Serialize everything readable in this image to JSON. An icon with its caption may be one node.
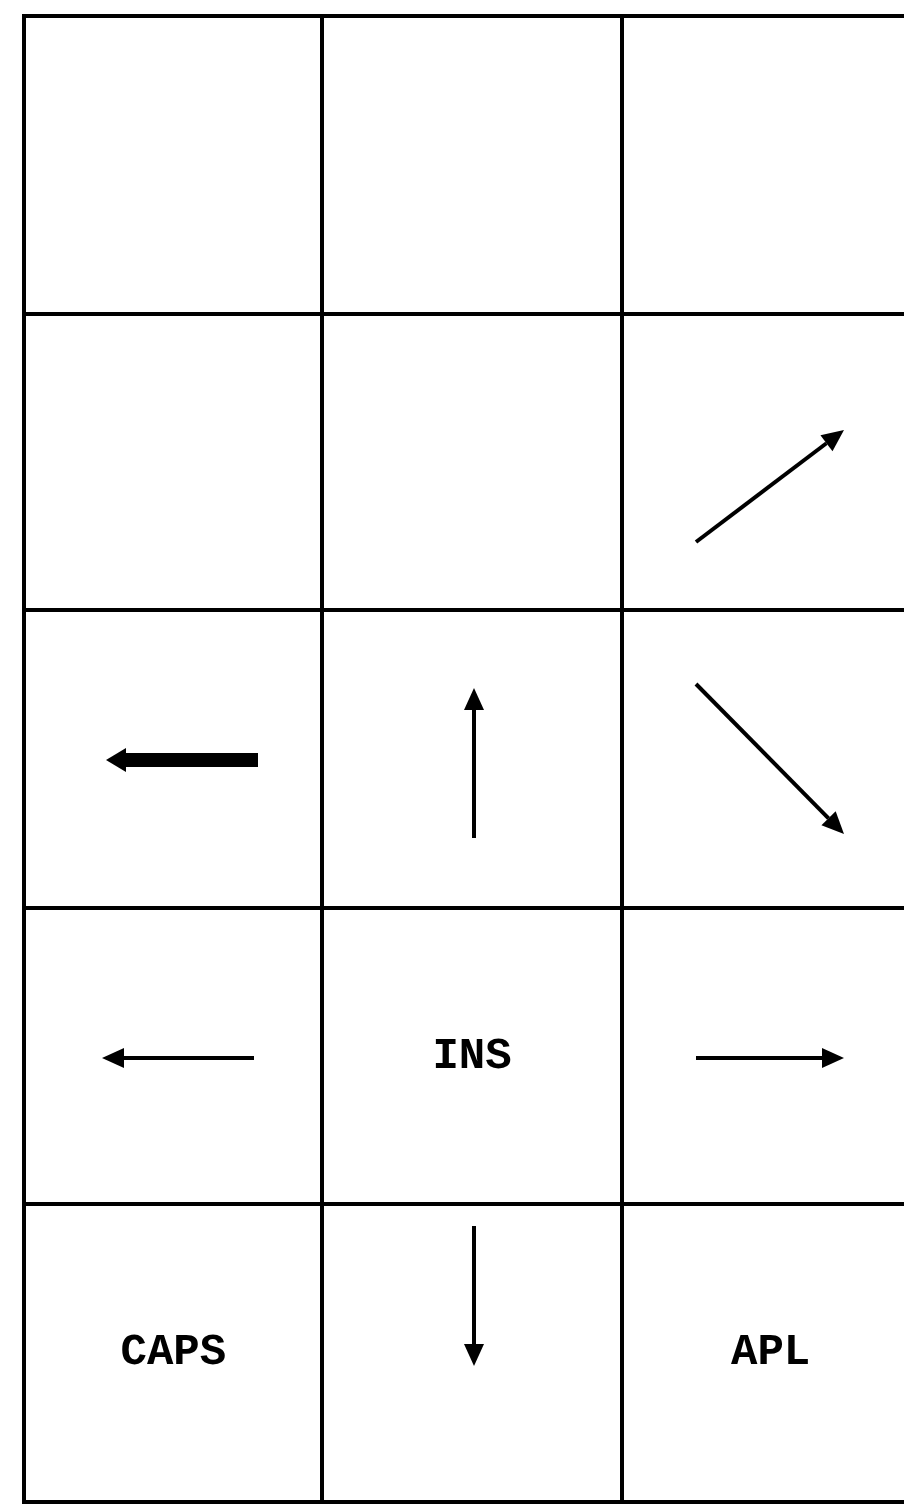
{
  "diagram": {
    "labels": [
      "INS",
      "CAPS",
      "APL"
    ]
  }
}
